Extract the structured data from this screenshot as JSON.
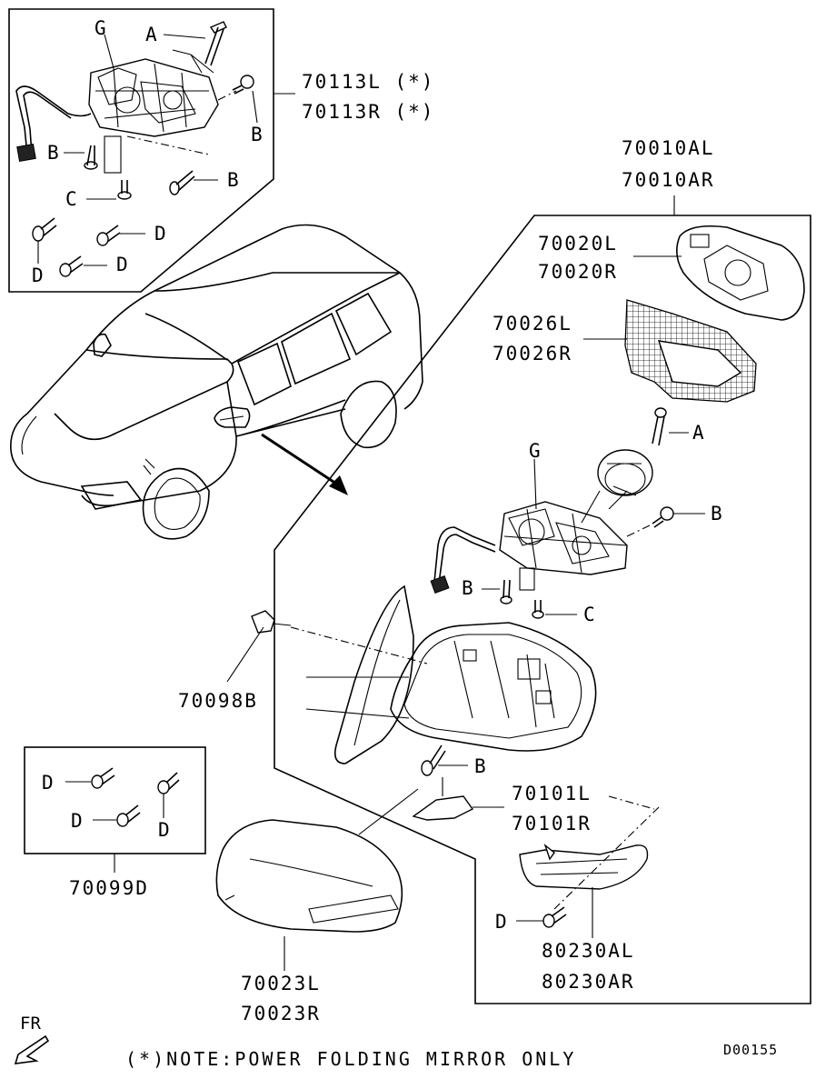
{
  "labels": {
    "box_g": "G",
    "box_a": "A",
    "box_b1": "B",
    "box_b2": "B",
    "box_b3": "B",
    "box_c": "C",
    "box_d1": "D",
    "box_d2": "D",
    "box_d3": "D",
    "p70113L": "70113L (*)",
    "p70113R": "70113R (*)",
    "p70010AL": "70010AL",
    "p70010AR": "70010AR",
    "p70020L": "70020L",
    "p70020R": "70020R",
    "p70026L": "70026L",
    "p70026R": "70026R",
    "m_a": "A",
    "m_g": "G",
    "m_b1": "B",
    "m_b2": "B",
    "m_c": "C",
    "m_b3": "B",
    "p70098B": "70098B",
    "p70101L": "70101L",
    "p70101R": "70101R",
    "k_d1": "D",
    "k_d2": "D",
    "k_d3": "D",
    "p70099D": "70099D",
    "p70023L": "70023L",
    "p70023R": "70023R",
    "t_d": "D",
    "p80230AL": "80230AL",
    "p80230AR": "80230AR",
    "fr": "FR",
    "code": "D00155",
    "note": "(*)NOTE:POWER FOLDING MIRROR ONLY"
  }
}
